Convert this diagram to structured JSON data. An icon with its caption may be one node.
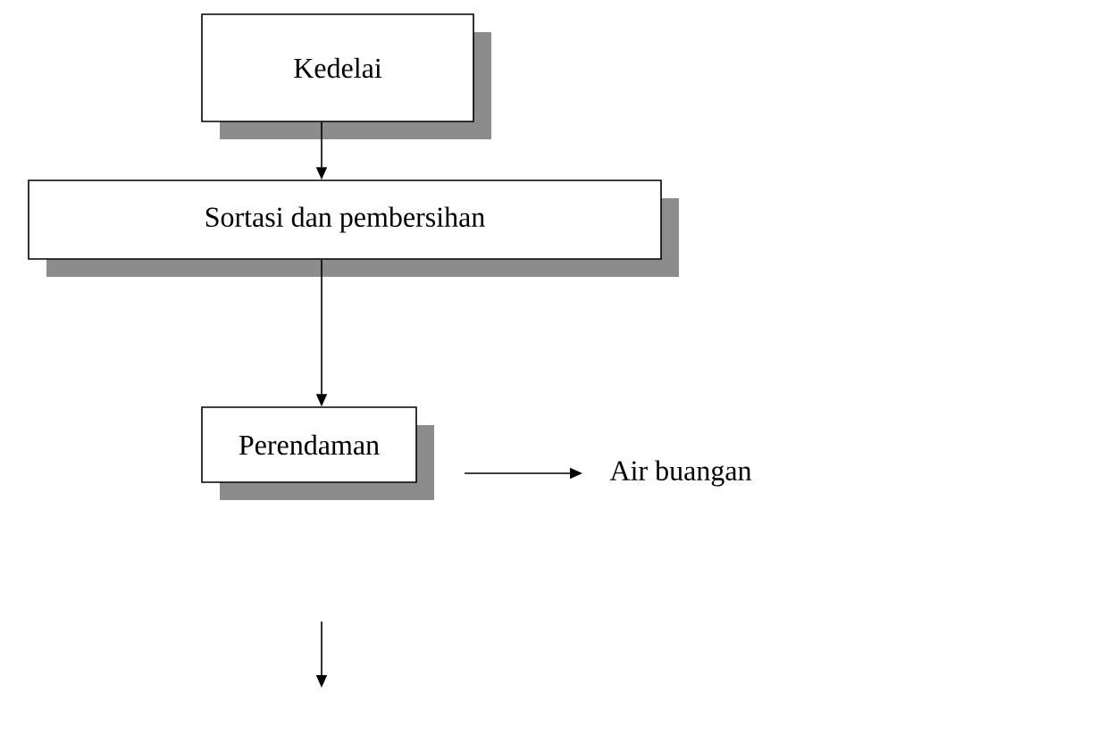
{
  "diagram": {
    "nodes": [
      {
        "text": [
          "Kedelai"
        ]
      },
      {
        "text": [
          "Sortasi dan pembersihan"
        ]
      },
      {
        "text": [
          "Perendaman"
        ]
      },
      {
        "text": [
          "Air buangan"
        ]
      }
    ],
    "edges": [
      {
        "from": 0,
        "to": 1,
        "arrow": "to"
      },
      {
        "from": 1,
        "to": 2,
        "arrow": "to"
      },
      {
        "from": 2,
        "to": 3,
        "arrow": "to"
      }
    ]
  }
}
